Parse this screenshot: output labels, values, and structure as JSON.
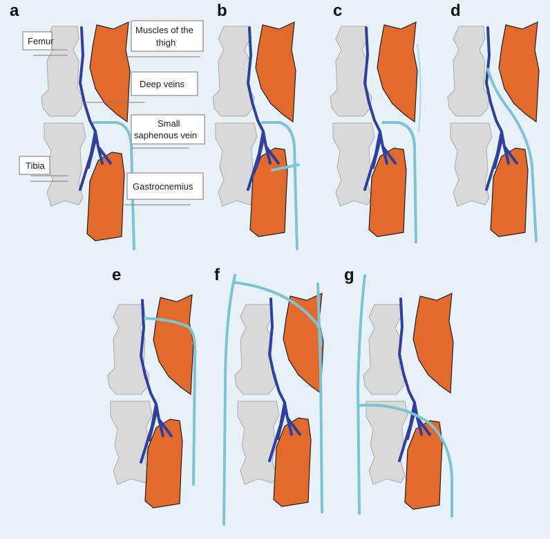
{
  "panels": [
    {
      "letter": "a"
    },
    {
      "letter": "b"
    },
    {
      "letter": "c"
    },
    {
      "letter": "d"
    },
    {
      "letter": "e"
    },
    {
      "letter": "f"
    },
    {
      "letter": "g"
    }
  ],
  "labels": {
    "femur": "Femur",
    "tibia": "Tibia",
    "muscles_thigh_line1": "Muscles of the",
    "muscles_thigh_line2": "thigh",
    "deep_veins": "Deep veins",
    "small_saphenous_line1": "Small",
    "small_saphenous_line2": "saphenous vein",
    "gastrocnemius": "Gastrocnemius"
  },
  "colors": {
    "background": "#e9f1f8",
    "bone": "#d9d9d9",
    "muscle": "#e26a2c",
    "deep_vein": "#2f3f9f",
    "small_saphenous_vein": "#7cc3d4"
  }
}
